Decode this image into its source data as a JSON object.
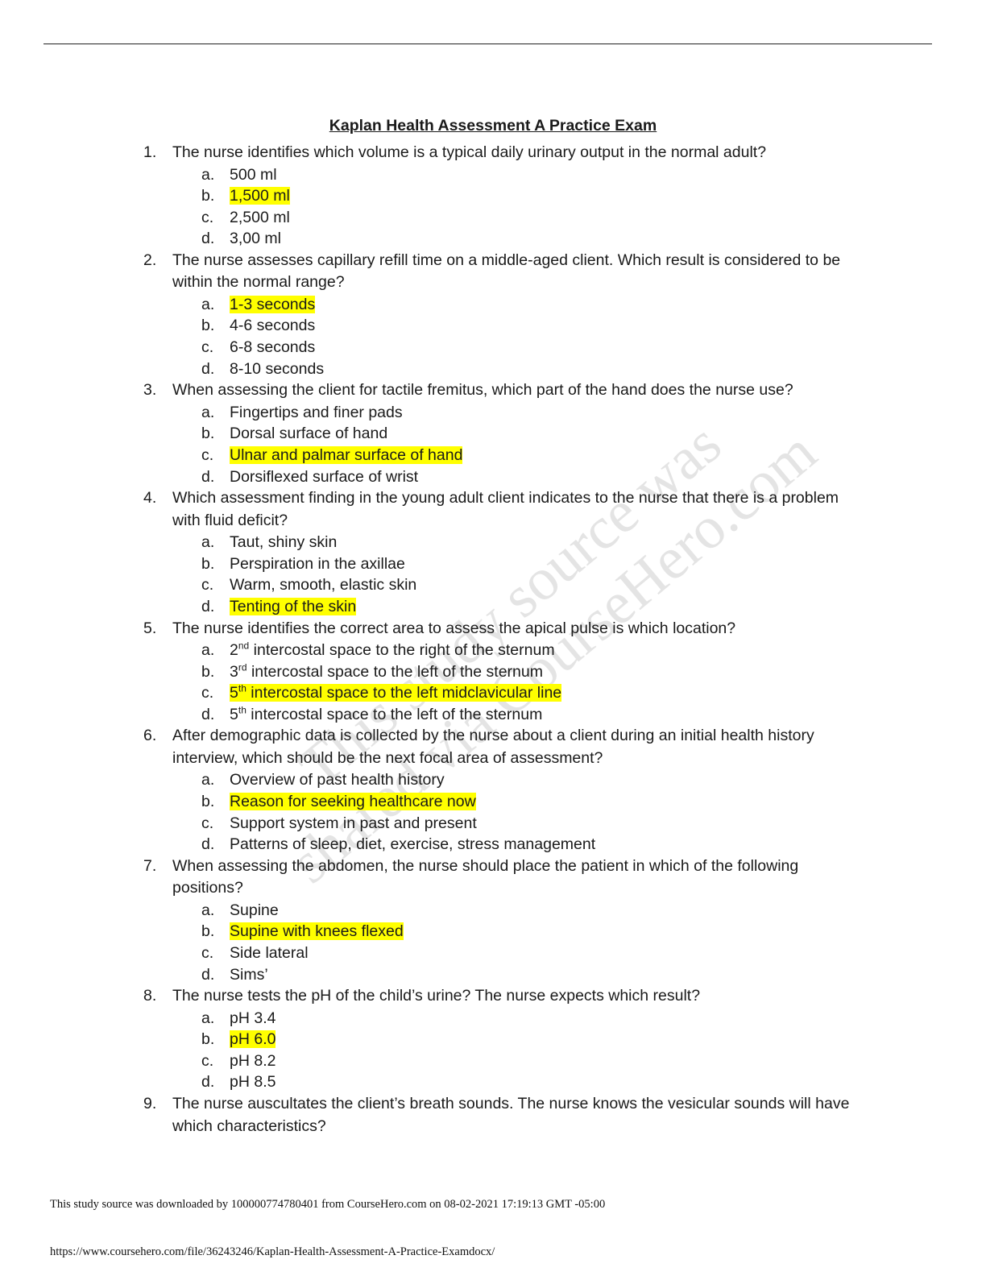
{
  "document": {
    "title": "Kaplan Health Assessment A Practice Exam",
    "watermark_lines": [
      "This study source was",
      "shared via CourseHero.com"
    ],
    "questions": [
      {
        "num": "1.",
        "text": "The nurse identifies which volume is a typical daily urinary output in the normal adult?",
        "options": [
          {
            "letter": "a.",
            "text": "500 ml",
            "highlighted": false
          },
          {
            "letter": "b.",
            "text": "1,500 ml",
            "highlighted": true
          },
          {
            "letter": "c.",
            "text": "2,500 ml",
            "highlighted": false
          },
          {
            "letter": "d.",
            "text": "3,00 ml",
            "highlighted": false
          }
        ]
      },
      {
        "num": "2.",
        "text": "The nurse assesses capillary refill time on a middle-aged client. Which result is considered to be within the normal range?",
        "options": [
          {
            "letter": "a.",
            "text": "1-3 seconds",
            "highlighted": true
          },
          {
            "letter": "b.",
            "text": "4-6 seconds",
            "highlighted": false
          },
          {
            "letter": "c.",
            "text": "6-8 seconds",
            "highlighted": false
          },
          {
            "letter": "d.",
            "text": "8-10 seconds",
            "highlighted": false
          }
        ]
      },
      {
        "num": "3.",
        "text": "When assessing the client for tactile fremitus, which part of the hand does the nurse use?",
        "options": [
          {
            "letter": "a.",
            "text": "Fingertips and finer pads",
            "highlighted": false
          },
          {
            "letter": "b.",
            "text": "Dorsal surface of hand",
            "highlighted": false
          },
          {
            "letter": "c.",
            "text": "Ulnar and palmar surface of hand",
            "highlighted": true
          },
          {
            "letter": "d.",
            "text": "Dorsiflexed surface of wrist",
            "highlighted": false
          }
        ]
      },
      {
        "num": "4.",
        "text": "Which assessment finding in the young adult client indicates to the nurse that there is a problem with fluid deficit?",
        "options": [
          {
            "letter": "a.",
            "text": "Taut, shiny skin",
            "highlighted": false
          },
          {
            "letter": "b.",
            "text": "Perspiration in the axillae",
            "highlighted": false
          },
          {
            "letter": "c.",
            "text": "Warm, smooth, elastic skin",
            "highlighted": false
          },
          {
            "letter": "d.",
            "text": "Tenting of the skin",
            "highlighted": true
          }
        ]
      },
      {
        "num": "5.",
        "text": "The nurse identifies the correct area to assess the apical pulse is which location?",
        "options": [
          {
            "letter": "a.",
            "pre": "2",
            "sup": "nd",
            "text": " intercostal space to the right of the sternum",
            "highlighted": false
          },
          {
            "letter": "b.",
            "pre": "3",
            "sup": "rd",
            "text": " intercostal space to the left of the sternum",
            "highlighted": false
          },
          {
            "letter": "c.",
            "pre": "5",
            "sup": "th",
            "text": " intercostal space to the left midclavicular line",
            "highlighted": true
          },
          {
            "letter": "d.",
            "pre": "5",
            "sup": "th",
            "text": " intercostal space to the left of the sternum",
            "highlighted": false
          }
        ]
      },
      {
        "num": "6.",
        "text": "After demographic data is collected by the nurse about a client during an initial health history interview, which should be the next focal area of assessment?",
        "options": [
          {
            "letter": "a.",
            "text": "Overview of past health history",
            "highlighted": false
          },
          {
            "letter": "b.",
            "text": "Reason for seeking healthcare now",
            "highlighted": true
          },
          {
            "letter": "c.",
            "text": "Support system in past and present",
            "highlighted": false
          },
          {
            "letter": "d.",
            "text": "Patterns of sleep, diet, exercise, stress management",
            "highlighted": false
          }
        ]
      },
      {
        "num": "7.",
        "text": "When assessing the abdomen, the nurse should place the patient in which of the following positions?",
        "options": [
          {
            "letter": "a.",
            "text": "Supine",
            "highlighted": false
          },
          {
            "letter": "b.",
            "text": "Supine with knees flexed",
            "highlighted": true
          },
          {
            "letter": "c.",
            "text": "Side lateral",
            "highlighted": false
          },
          {
            "letter": "d.",
            "text": "Sims’",
            "highlighted": false
          }
        ]
      },
      {
        "num": "8.",
        "text": "The nurse tests the pH of the child’s urine? The nurse expects which result?",
        "options": [
          {
            "letter": "a.",
            "text": "pH 3.4",
            "highlighted": false
          },
          {
            "letter": "b.",
            "text": "pH 6.0",
            "highlighted": true
          },
          {
            "letter": "c.",
            "text": "pH 8.2",
            "highlighted": false
          },
          {
            "letter": "d.",
            "text": "pH 8.5",
            "highlighted": false
          }
        ]
      },
      {
        "num": "9.",
        "text": "The nurse auscultates the client’s breath sounds. The nurse knows the vesicular sounds will have which characteristics?",
        "options": []
      }
    ]
  },
  "footer": {
    "download_note": "This study source was downloaded by 100000774780401 from CourseHero.com on 08-02-2021 17:19:13 GMT -05:00",
    "url": "https://www.coursehero.com/file/36243246/Kaplan-Health-Assessment-A-Practice-Examdocx/"
  },
  "colors": {
    "highlight": "#ffff00",
    "watermark": "#e4e4e4",
    "text": "#1a1a1a"
  }
}
